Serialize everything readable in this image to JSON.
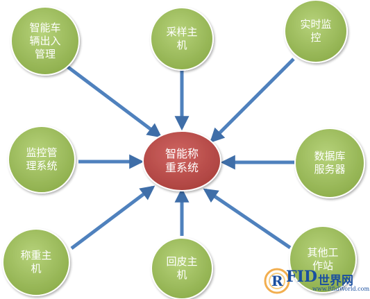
{
  "diagram": {
    "center": {
      "label": "智能称\n重系统",
      "color": "#c0504d"
    },
    "node_color": "#9bbb59",
    "arrow_color": "#4f81bd",
    "nodes": [
      {
        "id": "vehicle-access",
        "label": "智能车\n辆出入\n管理"
      },
      {
        "id": "sampling-host",
        "label": "采样主\n机"
      },
      {
        "id": "realtime-monitor",
        "label": "实时监\n控"
      },
      {
        "id": "monitor-mgmt",
        "label": "监控管\n理系统"
      },
      {
        "id": "db-server",
        "label": "数据库\n服务器"
      },
      {
        "id": "weighing-host",
        "label": "称重主\n机"
      },
      {
        "id": "tare-host",
        "label": "回皮主\n机"
      },
      {
        "id": "other-station",
        "label": "其他工\n作站"
      }
    ]
  },
  "watermark": {
    "brand_cn": "世界网",
    "url": "www.RfidWorld.com.cn",
    "icon_name": "rfid-logo-icon"
  }
}
